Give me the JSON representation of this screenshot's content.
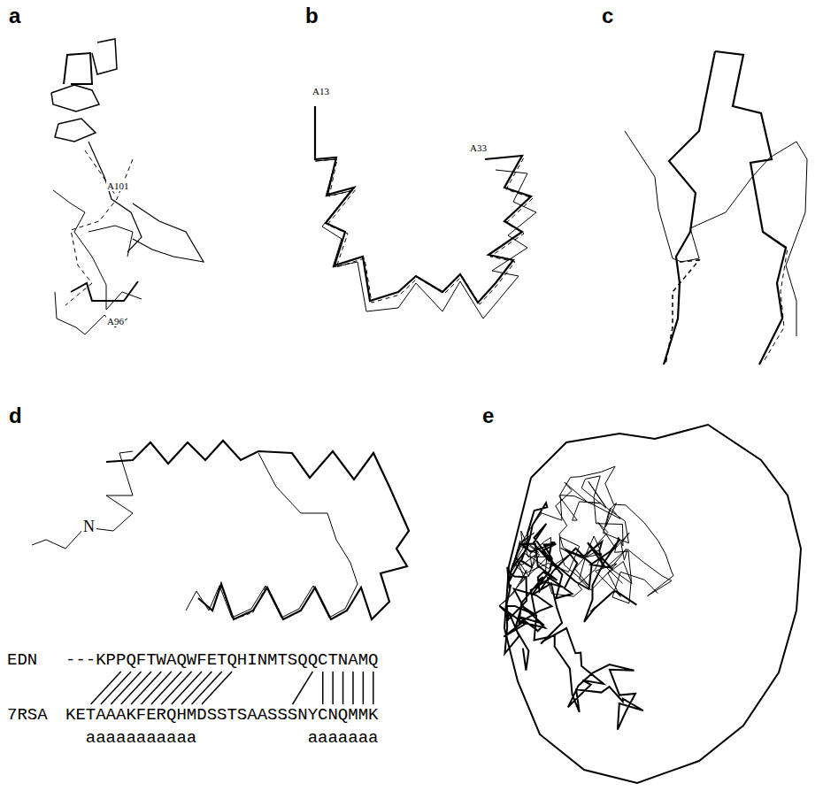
{
  "diagram": {
    "labels": [
      "a",
      "b",
      "c",
      "d",
      "e",
      "A101",
      "A96",
      "A13",
      "A33",
      "N",
      "EDN",
      "---KPPQFTWAQWFETQHINMTSQQCTNAMQ",
      "7RSA",
      "KETAAAKFERQHMDSSTSAASSSNYCNQMMK",
      "aaaaaaaaaaa",
      "aaaaaaa"
    ]
  }
}
